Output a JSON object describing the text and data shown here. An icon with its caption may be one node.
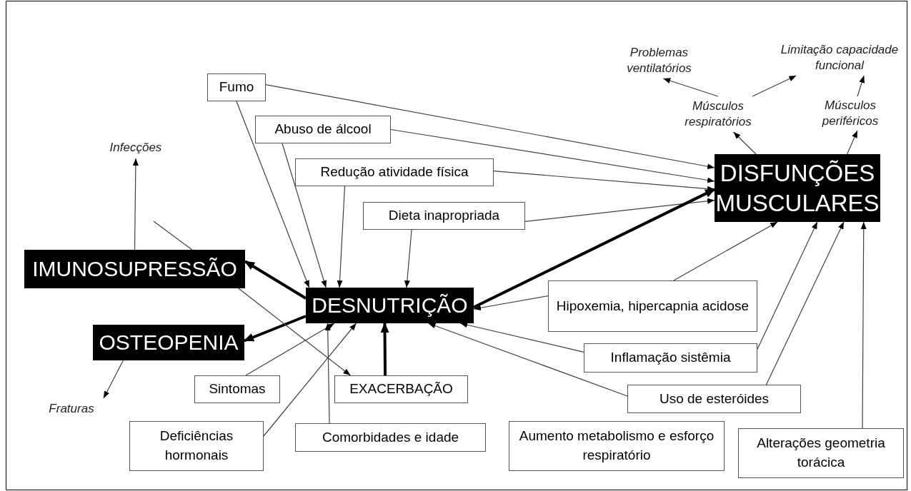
{
  "diagram": {
    "nodes": [
      {
        "text": [
          "Fumo"
        ]
      },
      {
        "text": [
          "Abuso de álcool"
        ]
      },
      {
        "text": [
          "Redução atividade física"
        ]
      },
      {
        "text": [
          "Dieta inapropriada"
        ]
      },
      {
        "text": [
          "Infecções"
        ]
      },
      {
        "text": [
          "IMUNOSUPRESSÃO"
        ]
      },
      {
        "text": [
          "DESNUTRIÇÃO"
        ]
      },
      {
        "text": [
          "OSTEOPENIA"
        ]
      },
      {
        "text": [
          "Fraturas"
        ]
      },
      {
        "text": [
          "Sintomas"
        ]
      },
      {
        "text": [
          "EXACERBAÇÃO"
        ]
      },
      {
        "text": [
          "Deficiências hormonais"
        ]
      },
      {
        "text": [
          "Comorbidades e idade"
        ]
      },
      {
        "text": [
          "Hipoxemia, hipercapnia acidose"
        ]
      },
      {
        "text": [
          "Inflamação sistêmia"
        ]
      },
      {
        "text": [
          "Uso de esteróides"
        ]
      },
      {
        "text": [
          "Aumento metabolismo e esforço respiratório"
        ]
      },
      {
        "text": [
          "Alterações geometria torácica"
        ]
      },
      {
        "text": [
          "DISFUNÇÕES MUSCULARES"
        ]
      },
      {
        "text": [
          "Músculos respiratórios"
        ]
      },
      {
        "text": [
          "Músculos periféricos"
        ]
      },
      {
        "text": [
          "Problemas ventilatórios"
        ]
      },
      {
        "text": [
          "Limitação capacidade funcional"
        ]
      }
    ],
    "edges": [
      {
        "from": 0,
        "to": 6,
        "arrow": "to"
      },
      {
        "from": 0,
        "to": 18,
        "arrow": "to"
      },
      {
        "from": 1,
        "to": 6,
        "arrow": "to"
      },
      {
        "from": 1,
        "to": 18,
        "arrow": "to"
      },
      {
        "from": 2,
        "to": 6,
        "arrow": "to"
      },
      {
        "from": 2,
        "to": 18,
        "arrow": "to"
      },
      {
        "from": 3,
        "to": 6,
        "arrow": "to"
      },
      {
        "from": 3,
        "to": 18,
        "arrow": "to"
      },
      {
        "from": 6,
        "to": 5,
        "arrow": "to",
        "style": "thick"
      },
      {
        "from": 6,
        "to": 7,
        "arrow": "to",
        "style": "thick"
      },
      {
        "from": 6,
        "to": 18,
        "arrow": "to",
        "style": "thick"
      },
      {
        "from": 5,
        "to": 4,
        "arrow": "to"
      },
      {
        "from": null,
        "to": 5,
        "arrow": "none"
      },
      {
        "from": 5,
        "to": 10,
        "arrow": "to"
      },
      {
        "from": 7,
        "to": 8,
        "arrow": "to"
      },
      {
        "from": 9,
        "to": 6,
        "arrow": "to"
      },
      {
        "from": 11,
        "to": 6,
        "arrow": "to"
      },
      {
        "from": 12,
        "to": 6,
        "arrow": "to"
      },
      {
        "from": 10,
        "to": 6,
        "arrow": "to",
        "style": "thick"
      },
      {
        "from": 13,
        "to": 6,
        "arrow": "to"
      },
      {
        "from": 13,
        "to": 18,
        "arrow": "to"
      },
      {
        "from": 14,
        "to": 6,
        "arrow": "to"
      },
      {
        "from": 14,
        "to": 18,
        "arrow": "to"
      },
      {
        "from": 15,
        "to": 6,
        "arrow": "to"
      },
      {
        "from": 15,
        "to": 18,
        "arrow": "to"
      },
      {
        "from": 17,
        "to": 18,
        "arrow": "to"
      },
      {
        "from": 18,
        "to": 19,
        "arrow": "to"
      },
      {
        "from": 18,
        "to": 20,
        "arrow": "to"
      },
      {
        "from": 19,
        "to": 21,
        "arrow": "to"
      },
      {
        "from": 19,
        "to": 22,
        "arrow": "to"
      },
      {
        "from": 20,
        "to": 22,
        "arrow": "to"
      }
    ]
  }
}
